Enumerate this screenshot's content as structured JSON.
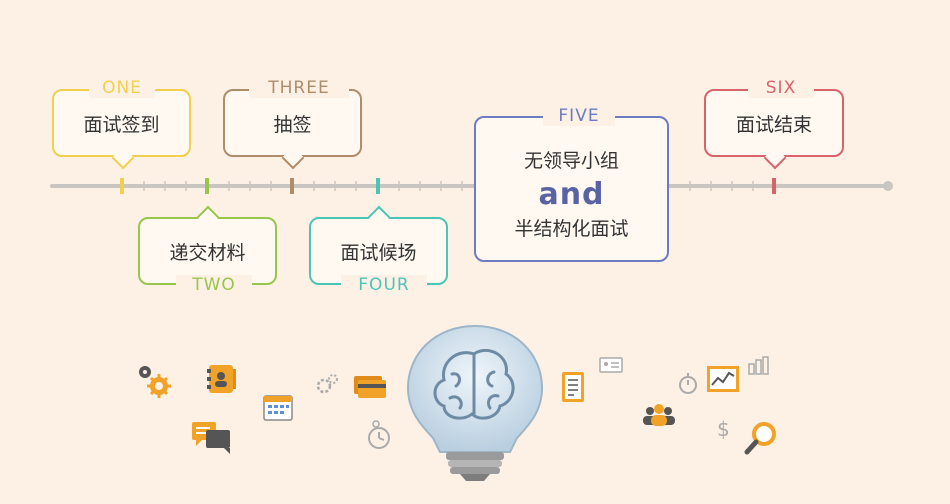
{
  "steps": [
    {
      "num": "ONE",
      "label": "面试签到",
      "color": "#f2cf4c"
    },
    {
      "num": "TWO",
      "label": "递交材料",
      "color": "#98c64a"
    },
    {
      "num": "THREE",
      "label": "抽签",
      "color": "#b08d6a"
    },
    {
      "num": "FOUR",
      "label": "面试候场",
      "color": "#4ec4b7"
    },
    {
      "num": "FIVE",
      "line1": "无领导小组",
      "and": "and",
      "line2": "半结构化面试",
      "color": "#6d7cc0"
    },
    {
      "num": "SIX",
      "label": "面试结束",
      "color": "#d9636a"
    }
  ],
  "colors": {
    "timeline": "#c9c6c2",
    "background": "#fdf1e6",
    "accent_orange": "#f0a229"
  },
  "icons": [
    "gears-icon",
    "contact-book-icon",
    "chat-bubbles-icon",
    "calendar-icon",
    "small-gears-icon",
    "credit-cards-icon",
    "clock-icon",
    "lightbulb-brain-icon",
    "document-icon",
    "id-card-icon",
    "stopwatch-icon",
    "people-icon",
    "chart-board-icon",
    "bar-chart-icon",
    "dollar-icon",
    "magnifier-icon"
  ]
}
